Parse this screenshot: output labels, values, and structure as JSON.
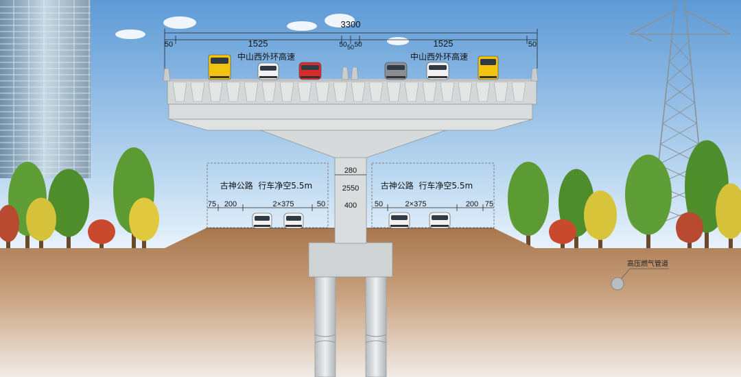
{
  "deck": {
    "total_width": "3300",
    "left_span": "1525",
    "right_span": "1525",
    "left_edge": "50",
    "right_edge": "50",
    "median_left": "50",
    "median_mid": "50",
    "median_right": "50",
    "upper_road_left": "中山西外环高速",
    "upper_road_right": "中山西外环高速"
  },
  "pier": {
    "width_label": "280",
    "height_label": "2550",
    "base_label": "400"
  },
  "lower": {
    "left_label": "古神公路  行车净空5.5m",
    "right_label": "古神公路  行车净空5.5m",
    "left_dims": [
      "75",
      "200",
      "2×375",
      "50"
    ],
    "right_dims": [
      "50",
      "2×375",
      "200",
      "75"
    ]
  },
  "utility": {
    "gas_pipe_label": "高压燃气管道"
  },
  "colors": {
    "sky_top": "#5d9ad6",
    "sky_bottom": "#e9f3fb",
    "concrete": "#d9dcdc",
    "soil_top": "#a8774e",
    "soil_bottom": "#f0ebe6",
    "bus_yellow": "#f3c40f",
    "car_red": "#d82c2c"
  }
}
